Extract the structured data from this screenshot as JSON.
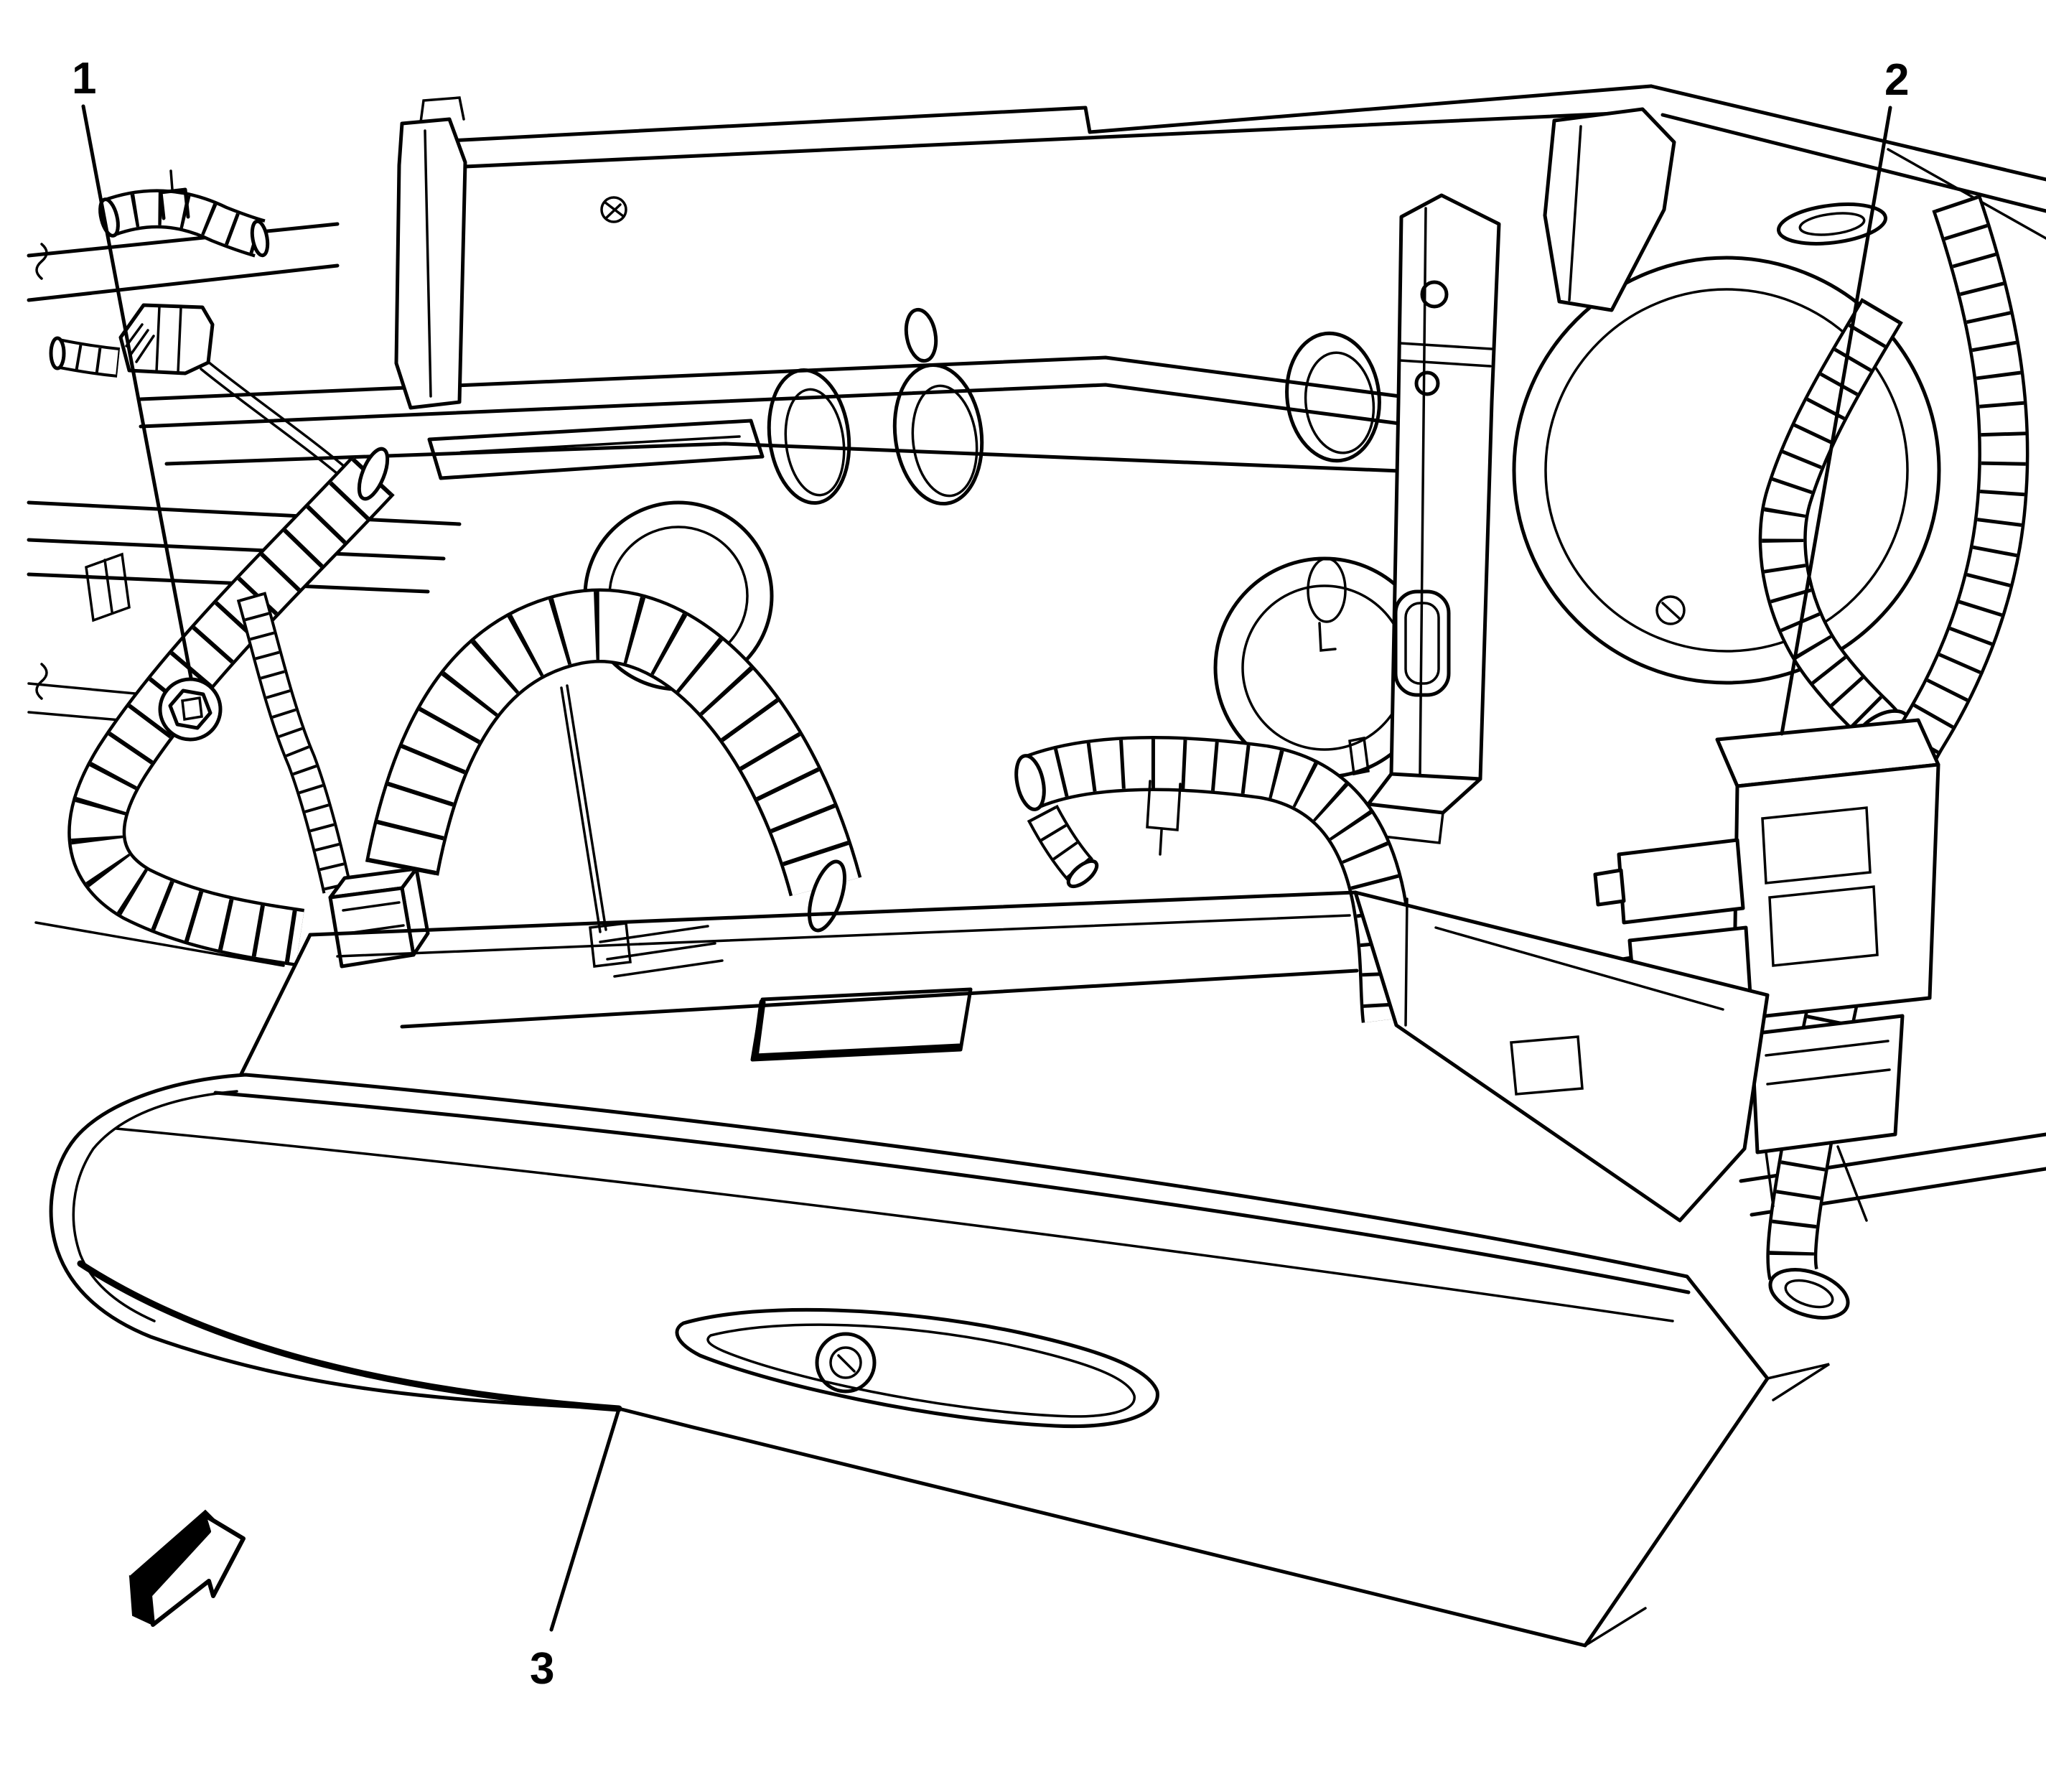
{
  "figure": {
    "kind": "service-manual-line-illustration",
    "subject": "instrument-panel-compartment-area",
    "colors": {
      "line": "#000000",
      "background": "#ffffff"
    },
    "callouts": [
      {
        "id": "callout-1",
        "label": "1"
      },
      {
        "id": "callout-2",
        "label": "2"
      },
      {
        "id": "callout-3",
        "label": "3"
      }
    ],
    "icons": {
      "direction_arrow": "view-direction-arrow"
    }
  }
}
